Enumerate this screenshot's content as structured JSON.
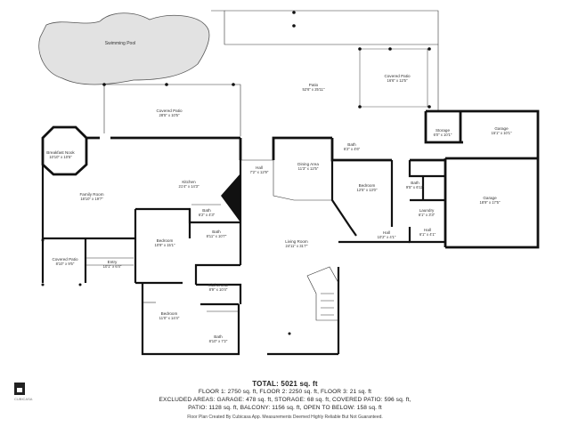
{
  "rooms": {
    "swimming_pool": {
      "name": "Swimming Pool"
    },
    "patio": {
      "name": "Patio",
      "dim": "52'6\" x 25'11\""
    },
    "covered_patio_top": {
      "name": "Covered Patio",
      "dim": "16'6\" x 12'5\""
    },
    "covered_patio_mid": {
      "name": "Covered Patio",
      "dim": "28'5\" x 10'5\""
    },
    "storage": {
      "name": "Storage",
      "dim": "6'0\" x 10'1\""
    },
    "garage_top": {
      "name": "Garage",
      "dim": "15'1\" x 10'1\""
    },
    "breakfast_nook": {
      "name": "Breakfast Nook",
      "dim": "10'10\" x 10'5\""
    },
    "bath_top": {
      "name": "Bath",
      "dim": "6'2\" x 4'6\""
    },
    "hall_center": {
      "name": "Hall",
      "dim": "7'2\" x 12'9\""
    },
    "dining_area": {
      "name": "Dining Area",
      "dim": "11'3\" x 12'5\""
    },
    "kitchen": {
      "name": "Kitchen",
      "dim": "21'4\" x 14'3\""
    },
    "family_room": {
      "name": "Family Room",
      "dim": "18'10\" x 19'7\""
    },
    "bedroom_right": {
      "name": "Bedroom",
      "dim": "12'5\" x 13'0\""
    },
    "bath_right": {
      "name": "Bath",
      "dim": "9'5\" x 6'11\""
    },
    "garage_big": {
      "name": "Garage",
      "dim": "18'9\" x 17'5\""
    },
    "laundry": {
      "name": "Laundry",
      "dim": "6'1\" x 3'3\""
    },
    "hall_small": {
      "name": "Hall",
      "dim": "6'1\" x 4'1\""
    },
    "hall_mid": {
      "name": "Hall",
      "dim": "10'2\" x 4'1\""
    },
    "bath_small": {
      "name": "Bath",
      "dim": "6'2\" x 4'3\""
    },
    "bath_mid": {
      "name": "Bath",
      "dim": "8'11\" x 10'7\""
    },
    "bedroom_mid": {
      "name": "Bedroom",
      "dim": "10'9\" x 15'1\""
    },
    "living_room": {
      "name": "Living Room",
      "dim": "24'11\" x 31'7\""
    },
    "covered_patio_left": {
      "name": "Covered Patio",
      "dim": "8'10\" x 9'5\""
    },
    "entry": {
      "name": "Entry",
      "dim": "10'1\" x 6'4\""
    },
    "kitchenette": {
      "name": "Kitchenette",
      "dim": "8'9\" x 10'4\""
    },
    "bedroom_bottom": {
      "name": "Bedroom",
      "dim": "11'0\" x 14'4\""
    },
    "bath_bottom": {
      "name": "Bath",
      "dim": "8'10\" x 7'2\""
    }
  },
  "totals": {
    "title": "TOTAL: 5021 sq. ft",
    "floors": "FLOOR 1: 2750 sq. ft, FLOOR 2: 2250 sq. ft, FLOOR 3: 21 sq. ft",
    "excluded": "EXCLUDED AREAS: GARAGE: 478 sq. ft, STORAGE: 68 sq. ft, COVERED PATIO: 596 sq. ft,",
    "patio": "PATIO: 1128 sq. ft, BALCONY: 1156 sq. ft, OPEN TO BELOW: 158 sq. ft",
    "footer": "Floor Plan Created By Cubicasa App. Measurements Deemed Highly Reliable But Not Guaranteed."
  },
  "logo": {
    "text": "CUBICASA"
  }
}
